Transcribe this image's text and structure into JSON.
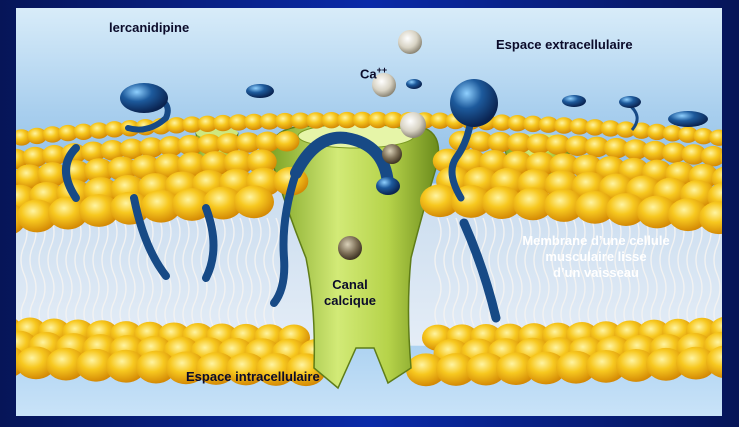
{
  "colors": {
    "background": "#0b1f6e",
    "lipid_head": "#f5c21a",
    "drug": "#1d5a9c",
    "channel": "#b6d34a"
  },
  "labels": {
    "drug": "lercanidipine",
    "extracellular": "Espace extracellulaire",
    "ion_base": "Ca",
    "ion_charge": "++",
    "membrane_line1": "Membrane d’une cellule",
    "membrane_line2": "musculaire lisse",
    "membrane_line3": "d’un vaisseau",
    "channel_line1": "Canal",
    "channel_line2": "calcique",
    "intracellular": "Espace intracellulaire"
  }
}
